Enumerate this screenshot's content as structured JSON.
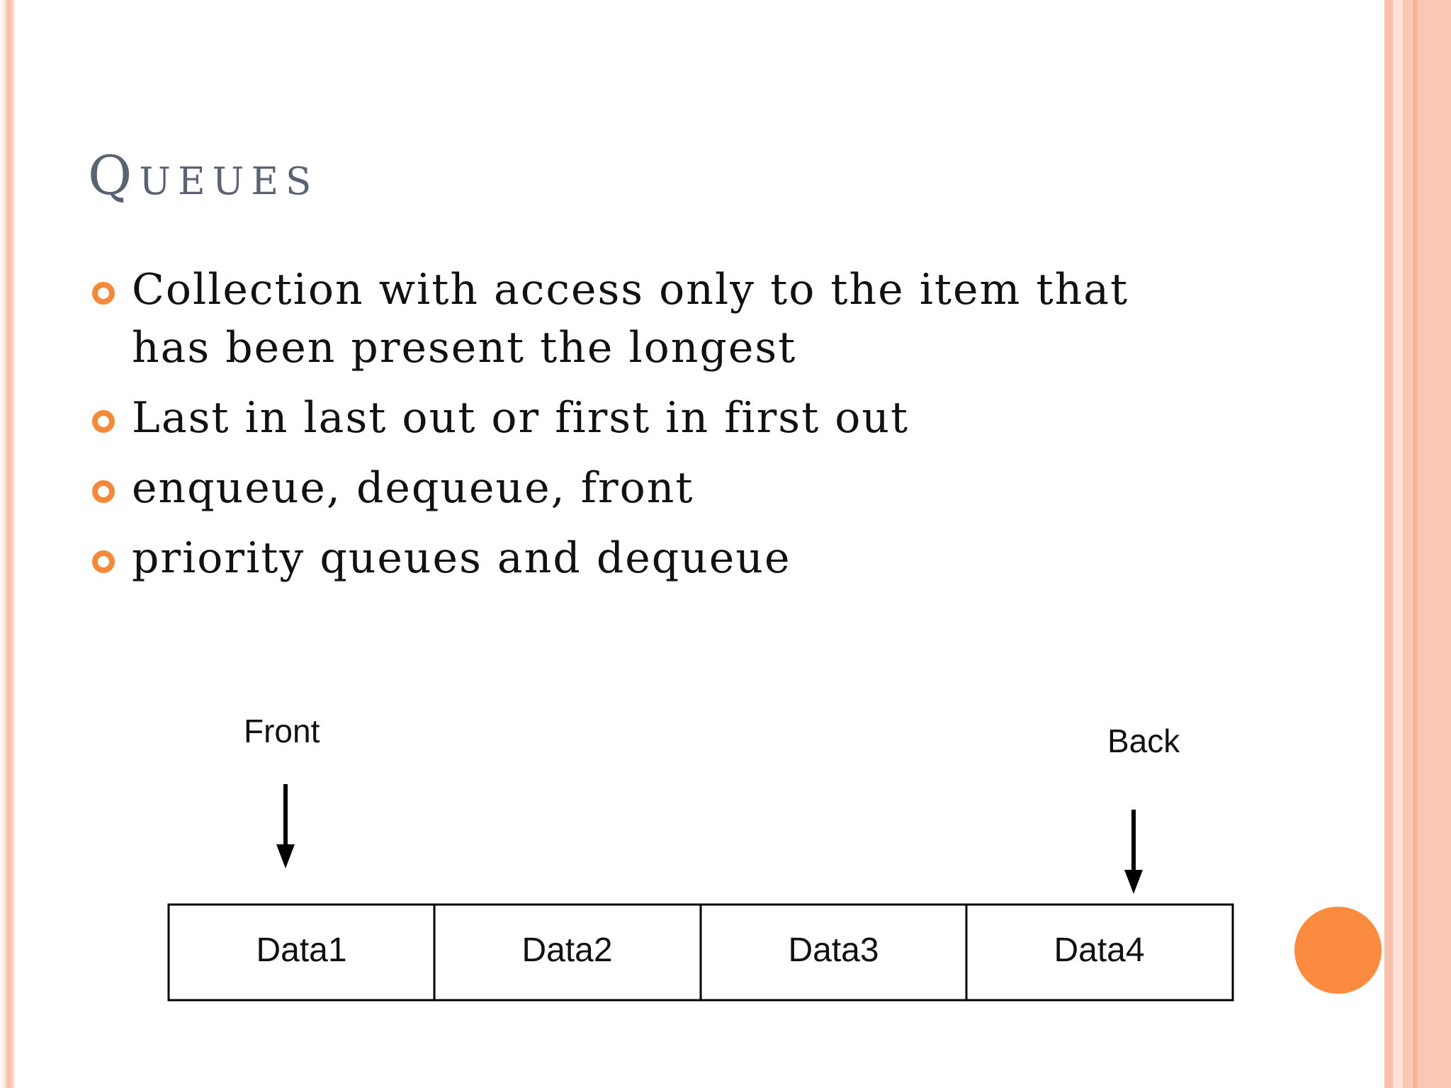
{
  "title": "Queues",
  "bullets": [
    "Collection with access only to the item that has been present the longest",
    "Last in last out or first in first out",
    "enqueue, dequeue, front",
    "priority queues and dequeue"
  ],
  "diagram": {
    "front_label": "Front",
    "back_label": "Back",
    "cells": [
      "Data1",
      "Data2",
      "Data3",
      "Data4"
    ]
  },
  "colors": {
    "bullet": "#f5893a",
    "accent_circle": "#fb8b3f",
    "title": "#5b6373",
    "border": "#f8c0aa"
  }
}
